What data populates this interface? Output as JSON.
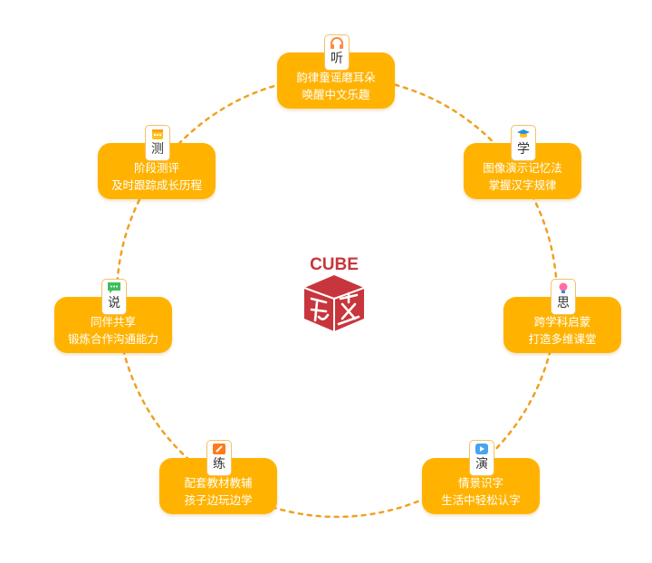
{
  "center_logo": {
    "text": "CUBE",
    "color": "#c7363c"
  },
  "ring_color": "#f0a020",
  "card_color": "#ffb300",
  "nodes": [
    {
      "char": "听",
      "line1": "韵律童谣磨耳朵",
      "line2": "唤醒中文乐趣",
      "icon": "headphones-icon",
      "icon_color": "#ff8a3d"
    },
    {
      "char": "学",
      "line1": "图像演示记忆法",
      "line2": "掌握汉字规律",
      "icon": "graduation-cap-icon",
      "icon_color": "#2f8fd8"
    },
    {
      "char": "思",
      "line1": "跨学科启蒙",
      "line2": "打造多维课堂",
      "icon": "lightbulb-icon",
      "icon_color": "#ff6fa0"
    },
    {
      "char": "演",
      "line1": "情景识字",
      "line2": "生活中轻松认字",
      "icon": "play-icon",
      "icon_color": "#4aa3f0"
    },
    {
      "char": "练",
      "line1": "配套教材教辅",
      "line2": "孩子边玩边学",
      "icon": "pencil-icon",
      "icon_color": "#ff7a1a"
    },
    {
      "char": "说",
      "line1": "同伴共享",
      "line2": "锻炼合作沟通能力",
      "icon": "chat-icon",
      "icon_color": "#3cbf5a"
    },
    {
      "char": "测",
      "line1": "阶段测评",
      "line2": "及时跟踪成长历程",
      "icon": "calendar-icon",
      "icon_color": "#ffc21a"
    }
  ]
}
